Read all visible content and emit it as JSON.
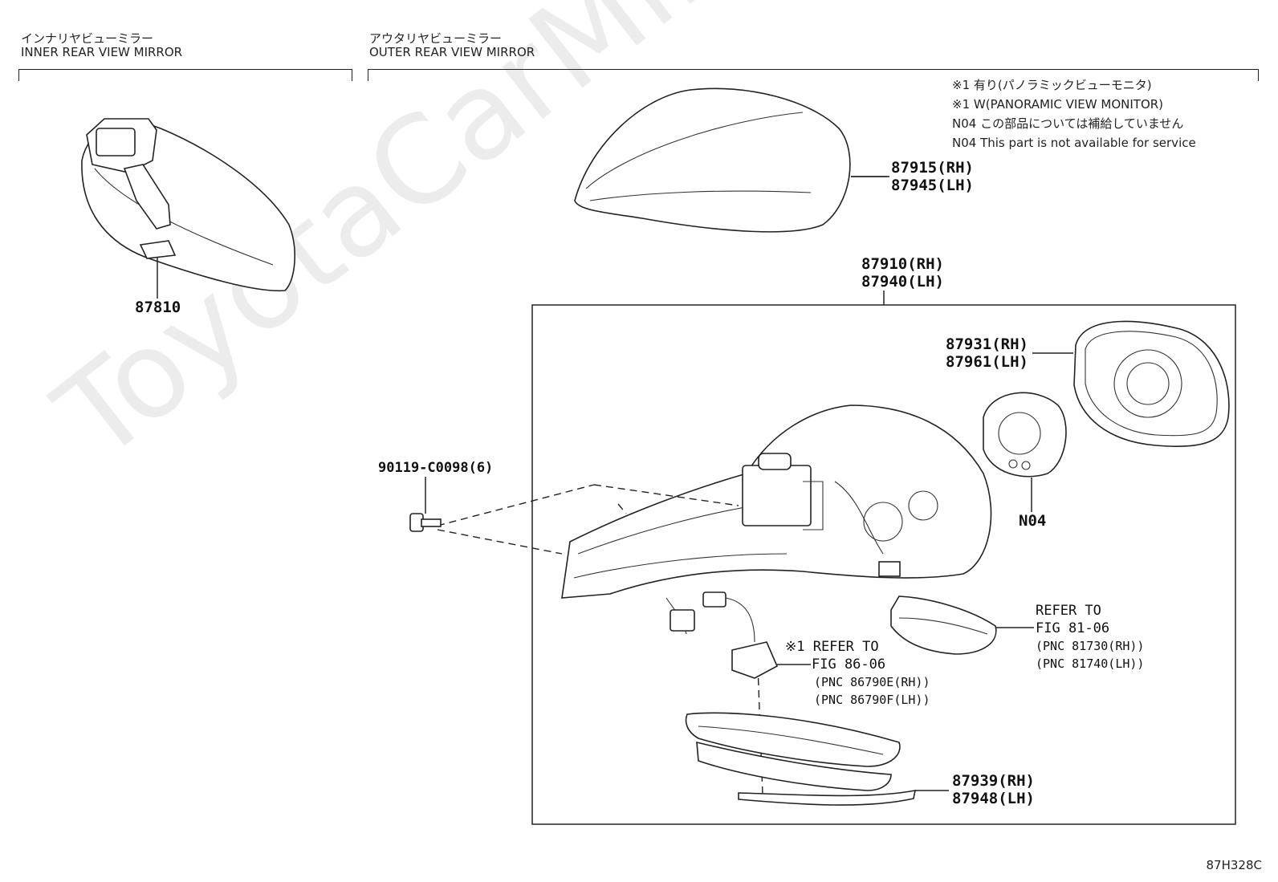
{
  "sections": {
    "inner": {
      "jp": "インナリヤビューミラー",
      "en": "INNER REAR VIEW MIRROR"
    },
    "outer": {
      "jp": "アウタリヤビューミラー",
      "en": "OUTER REAR VIEW MIRROR"
    }
  },
  "notes": [
    "※1 有り(パノラミックビューモニタ)",
    "※1 W(PANORAMIC VIEW MONITOR)",
    "N04 この部品については補給していません",
    "N04 This part is not available for service"
  ],
  "parts": {
    "inner_mirror": "87810",
    "cover_rh": "87915(RH)",
    "cover_lh": "87945(LH)",
    "assy_rh": "87910(RH)",
    "assy_lh": "87940(LH)",
    "glass_rh": "87931(RH)",
    "glass_lh": "87961(LH)",
    "actuator": "N04",
    "screw": "90119-C0098(6)",
    "lamp_cover_rh": "87939(RH)",
    "lamp_cover_lh": "87948(LH)"
  },
  "refs": {
    "fig81": {
      "l1": "REFER TO",
      "l2": "FIG 81-06",
      "l3": "(PNC 81730(RH))",
      "l4": "(PNC 81740(LH))"
    },
    "fig86": {
      "l1": "※1 REFER TO",
      "l2": "FIG 86-06",
      "l3": "(PNC 86790E(RH))",
      "l4": "(PNC 86790F(LH))"
    }
  },
  "watermark": "ToyotaCarMine.r",
  "figure_code": "87H328C"
}
